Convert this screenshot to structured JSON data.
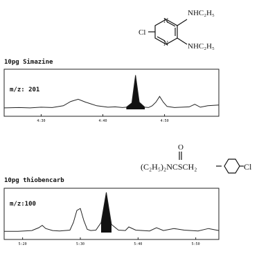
{
  "chart_data": [
    {
      "type": "line",
      "title": "10pg Simazine",
      "annotation": "m/z: 201",
      "tick_labels": [
        "4:30",
        "4:40",
        "4:50"
      ],
      "tick_values": [
        4.5,
        4.6667,
        4.8333
      ],
      "xlim": [
        4.4,
        4.98
      ],
      "ylim": [
        0,
        1
      ],
      "x": [
        4.4,
        4.44,
        4.47,
        4.5,
        4.53,
        4.56,
        4.58,
        4.6,
        4.62,
        4.65,
        4.68,
        4.7,
        4.72,
        4.73,
        4.745,
        4.755,
        4.765,
        4.78,
        4.79,
        4.8,
        4.81,
        4.82,
        4.83,
        4.84,
        4.86,
        4.88,
        4.9,
        4.915,
        4.93,
        4.95,
        4.98
      ],
      "values": [
        0.04,
        0.05,
        0.04,
        0.06,
        0.05,
        0.1,
        0.22,
        0.28,
        0.2,
        0.1,
        0.06,
        0.07,
        0.05,
        0.06,
        0.18,
        0.95,
        0.2,
        0.06,
        0.05,
        0.1,
        0.2,
        0.36,
        0.2,
        0.08,
        0.05,
        0.06,
        0.07,
        0.14,
        0.06,
        0.1,
        0.12
      ],
      "shaded_peak": [
        4.73,
        4.78
      ]
    },
    {
      "type": "line",
      "title": "10pg thiobencarb",
      "annotation": "m/z:100",
      "tick_labels": [
        "5:20",
        "5:30",
        "5:40",
        "5:50"
      ],
      "tick_values": [
        5.3333,
        5.5,
        5.6667,
        5.8333
      ],
      "xlim": [
        5.28,
        5.9
      ],
      "ylim": [
        0,
        1
      ],
      "x": [
        5.28,
        5.32,
        5.36,
        5.38,
        5.39,
        5.4,
        5.42,
        5.44,
        5.47,
        5.48,
        5.49,
        5.5,
        5.51,
        5.52,
        5.53,
        5.545,
        5.56,
        5.575,
        5.59,
        5.61,
        5.63,
        5.64,
        5.66,
        5.68,
        5.7,
        5.72,
        5.74,
        5.77,
        5.8,
        5.84,
        5.87,
        5.9
      ],
      "values": [
        0.03,
        0.03,
        0.05,
        0.12,
        0.18,
        0.1,
        0.05,
        0.04,
        0.06,
        0.25,
        0.55,
        0.6,
        0.3,
        0.08,
        0.05,
        0.06,
        0.25,
        1.0,
        0.2,
        0.06,
        0.05,
        0.14,
        0.06,
        0.05,
        0.04,
        0.12,
        0.05,
        0.1,
        0.06,
        0.04,
        0.1,
        0.05
      ],
      "shaded_peak": [
        5.56,
        5.59
      ]
    }
  ],
  "structures": {
    "simazine": {
      "substituent_top": "NHC₂H₅",
      "substituent_bottom": "NHC₂H₅",
      "chloro": "Cl",
      "ring_n": "N"
    },
    "thiobencarb": {
      "formula": "(C₂H₅)₂NCSCH₂",
      "oxygen": "O",
      "chloro": "Cl"
    }
  }
}
